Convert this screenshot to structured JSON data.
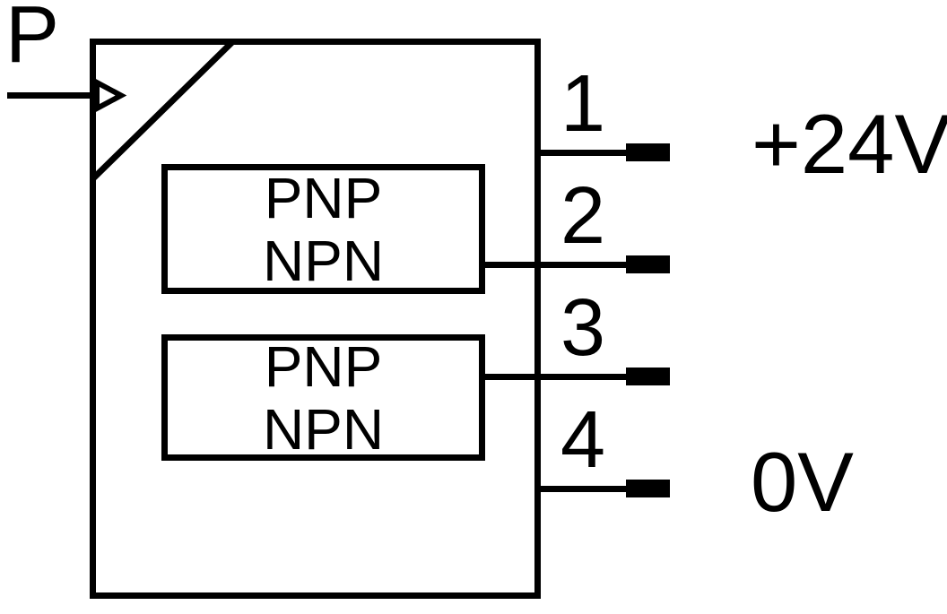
{
  "diagram": {
    "port_label": "P",
    "output_blocks": [
      {
        "line1": "PNP",
        "line2": "NPN"
      },
      {
        "line1": "PNP",
        "line2": "NPN"
      }
    ],
    "pins": [
      {
        "number": "1",
        "label": "+24V"
      },
      {
        "number": "2",
        "label": ""
      },
      {
        "number": "3",
        "label": ""
      },
      {
        "number": "4",
        "label": "0V"
      }
    ],
    "colors": {
      "line": "#000000",
      "background": "#ffffff"
    }
  }
}
